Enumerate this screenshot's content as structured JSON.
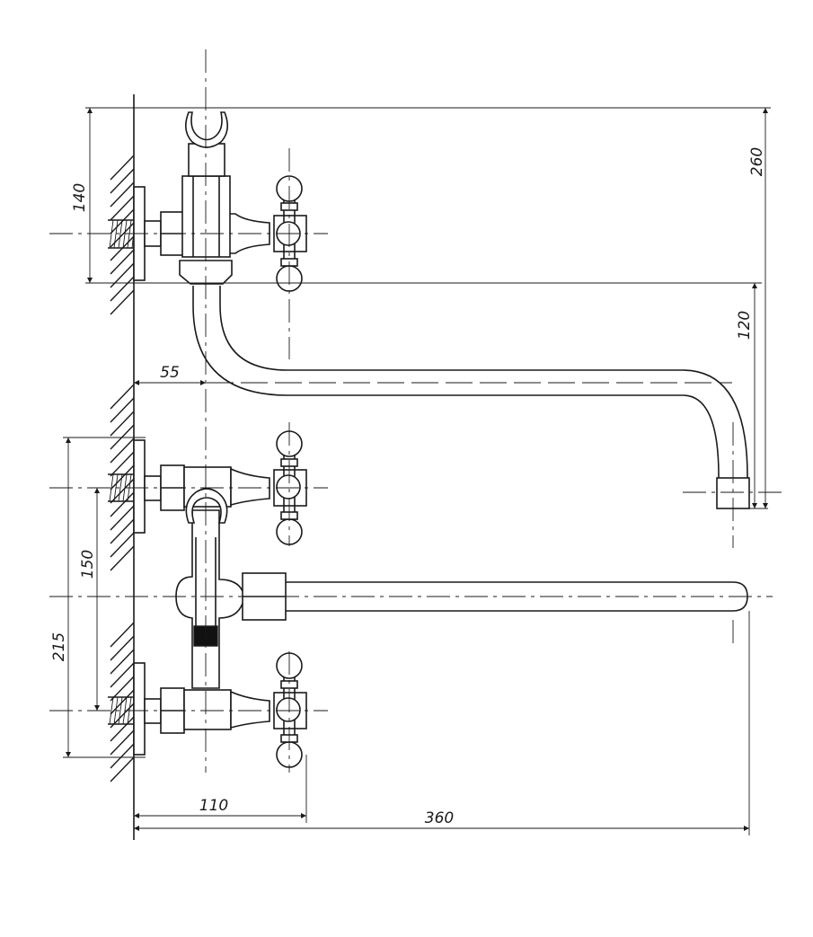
{
  "dimensions": {
    "top_height": "260",
    "upper_flange": "140",
    "spout_drop": "120",
    "wall_offset": "55",
    "pipe_spacing": "150",
    "lower_total": "215",
    "handle_reach": "110",
    "spout_reach": "360"
  },
  "colors": {
    "line": "#1a1a1a",
    "background": "#ffffff"
  },
  "icons": {
    "arrowheads": "dimension-arrow"
  }
}
